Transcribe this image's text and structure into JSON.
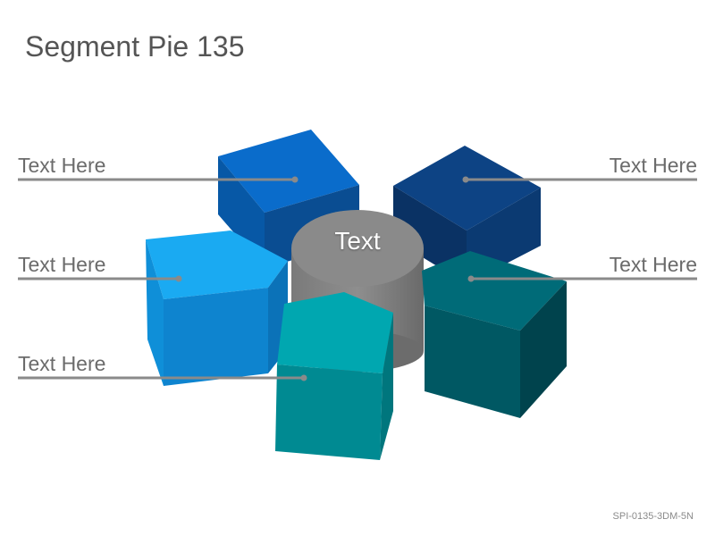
{
  "title": "Segment Pie 135",
  "center": {
    "label": "Text",
    "color": "#8a8a8a"
  },
  "segments": [
    {
      "label": "Text Here",
      "side": "left",
      "color": "#0866c2"
    },
    {
      "label": "Text Here",
      "side": "left",
      "color": "#18a6ee"
    },
    {
      "label": "Text Here",
      "side": "left",
      "color": "#009aa3"
    },
    {
      "label": "Text Here",
      "side": "right",
      "color": "#0c3f7e"
    },
    {
      "label": "Text Here",
      "side": "right",
      "color": "#00606d"
    }
  ],
  "footer": {
    "code": "SPI-0135-3DM-5N"
  }
}
